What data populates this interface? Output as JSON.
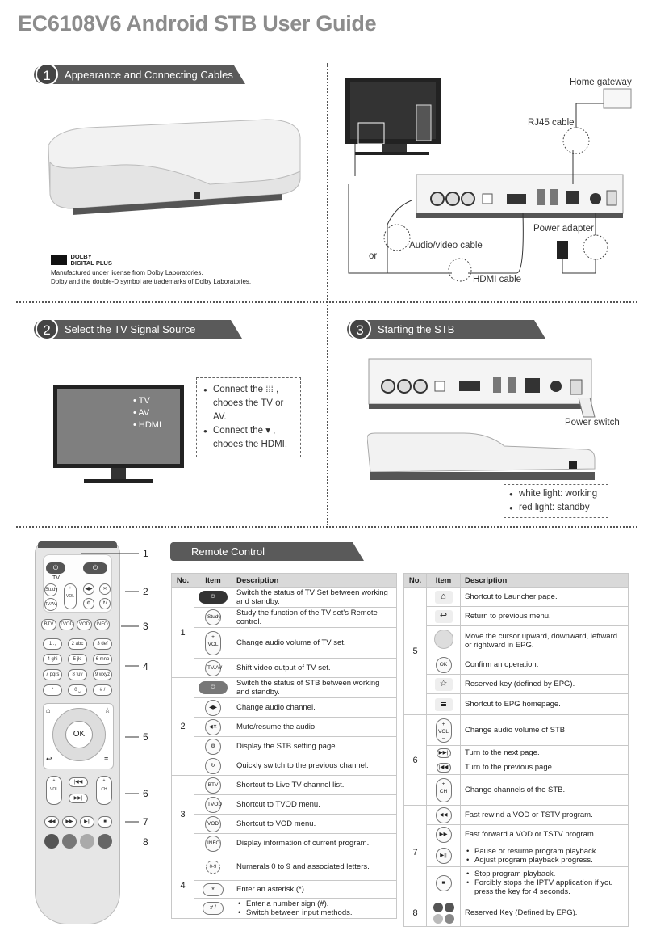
{
  "title": "EC6108V6 Android STB User Guide",
  "sections": {
    "s1": {
      "num": "1",
      "title": "Appearance and Connecting Cables"
    },
    "s2": {
      "num": "2",
      "title": "Select the TV Signal Source"
    },
    "s3": {
      "num": "3",
      "title": "Starting the STB"
    },
    "remote": {
      "title": "Remote Control"
    }
  },
  "dolby": {
    "logo_text": "DOLBY\nDIGITAL PLUS",
    "line1": "Manufactured under license from Dolby Laboratories.",
    "line2": "Dolby and the double-D symbol are trademarks of Dolby Laboratories."
  },
  "connect": {
    "home_gateway": "Home gateway",
    "rj45": "RJ45 cable",
    "power_adapter": "Power adapter",
    "av_cable": "Audio/video cable",
    "or": "or",
    "hdmi_cable": "HDMI cable"
  },
  "signal": {
    "sources": [
      "TV",
      "AV",
      "HDMI"
    ],
    "bubble1a": "Connect the",
    "bubble1b": "chooes the TV or AV.",
    "bubble2a": "Connect the",
    "bubble2b": "chooes the HDMI."
  },
  "start": {
    "power_switch": "Power switch",
    "white": "white light: working",
    "red": "red light: standby"
  },
  "remote_callouts": [
    "1",
    "2",
    "3",
    "4",
    "5",
    "6",
    "7",
    "8"
  ],
  "remote_keys": {
    "tv": "TV",
    "vol": "VOL",
    "ch": "CH",
    "ok": "OK",
    "study": "Study",
    "tvav": "TV/AV",
    "btv": "BTV",
    "tvod": "TVOD",
    "vod": "VOD",
    "info": "INFO",
    "num": [
      "1 .,",
      "2 abc",
      "3 def",
      "4 ghi",
      "5 jkl",
      "6 mno",
      "7 pqrs",
      "8 tuv",
      "9 wxyz",
      "*",
      "0 ⎵",
      "# /"
    ]
  },
  "table_headers": {
    "no": "No.",
    "item": "Item",
    "desc": "Description"
  },
  "left_table": [
    {
      "no": "1",
      "rows": [
        {
          "icon": "power",
          "desc": "Switch the status of TV Set between working and standby."
        },
        {
          "icon": "Study",
          "desc": "Study the function of the TV set's Remote control."
        },
        {
          "icon": "VOL",
          "desc": "Change audio volume of TV set."
        },
        {
          "icon": "TV/AV",
          "desc": "Shift video output of TV set."
        }
      ]
    },
    {
      "no": "2",
      "rows": [
        {
          "icon": "power",
          "desc": "Switch the status of STB between working and standby."
        },
        {
          "icon": "◀▶",
          "desc": "Change audio channel."
        },
        {
          "icon": "◀✕",
          "desc": "Mute/resume the audio."
        },
        {
          "icon": "⚙",
          "desc": "Display the STB setting page."
        },
        {
          "icon": "↻",
          "desc": "Quickly switch to the previous channel."
        }
      ]
    },
    {
      "no": "3",
      "rows": [
        {
          "icon": "BTV",
          "desc": "Shortcut to Live TV channel list."
        },
        {
          "icon": "TVOD",
          "desc": "Shortcut to TVOD menu."
        },
        {
          "icon": "VOD",
          "desc": "Shortcut to VOD menu."
        },
        {
          "icon": "INFO",
          "desc": "Display information of current program."
        }
      ]
    },
    {
      "no": "4",
      "rows": [
        {
          "icon": "0-9",
          "desc": "Numerals 0 to 9 and associated letters."
        },
        {
          "icon": "*",
          "desc": "Enter an asterisk (*)."
        },
        {
          "icon": "# /",
          "desc_list": [
            "Enter a number sign (#).",
            "Switch between input methods."
          ]
        }
      ]
    }
  ],
  "right_table": [
    {
      "no": "5",
      "rows": [
        {
          "icon": "⌂",
          "desc": "Shortcut to Launcher page."
        },
        {
          "icon": "↩",
          "desc": "Return to previous menu."
        },
        {
          "icon": "dpad",
          "desc": "Move the cursor upward, downward, leftward or rightward in EPG."
        },
        {
          "icon": "OK",
          "desc": "Confirm an operation."
        },
        {
          "icon": "☆",
          "desc": "Reserved key (defined by EPG)."
        },
        {
          "icon": "≣",
          "desc": "Shortcut to EPG homepage."
        }
      ]
    },
    {
      "no": "6",
      "rows": [
        {
          "icon": "VOL",
          "desc": "Change audio volume of STB."
        },
        {
          "icon": "▶▶|",
          "desc": "Turn to the next page."
        },
        {
          "icon": "|◀◀",
          "desc": "Turn to the previous page."
        },
        {
          "icon": "CH",
          "desc": "Change channels of the STB."
        }
      ]
    },
    {
      "no": "7",
      "rows": [
        {
          "icon": "◀◀",
          "desc": "Fast rewind a VOD or TSTV program."
        },
        {
          "icon": "▶▶",
          "desc": "Fast forward a VOD or TSTV program."
        },
        {
          "icon": "▶||",
          "desc_list": [
            "Pause or resume program playback.",
            "Adjust program playback progress."
          ]
        },
        {
          "icon": "■",
          "desc_list": [
            "Stop program playback.",
            "Forcibly stops the IPTV application if you press the key for 4 seconds."
          ]
        }
      ]
    },
    {
      "no": "8",
      "rows": [
        {
          "icon": "colors",
          "desc": "Reserved Key (Defined by EPG)."
        }
      ]
    }
  ]
}
